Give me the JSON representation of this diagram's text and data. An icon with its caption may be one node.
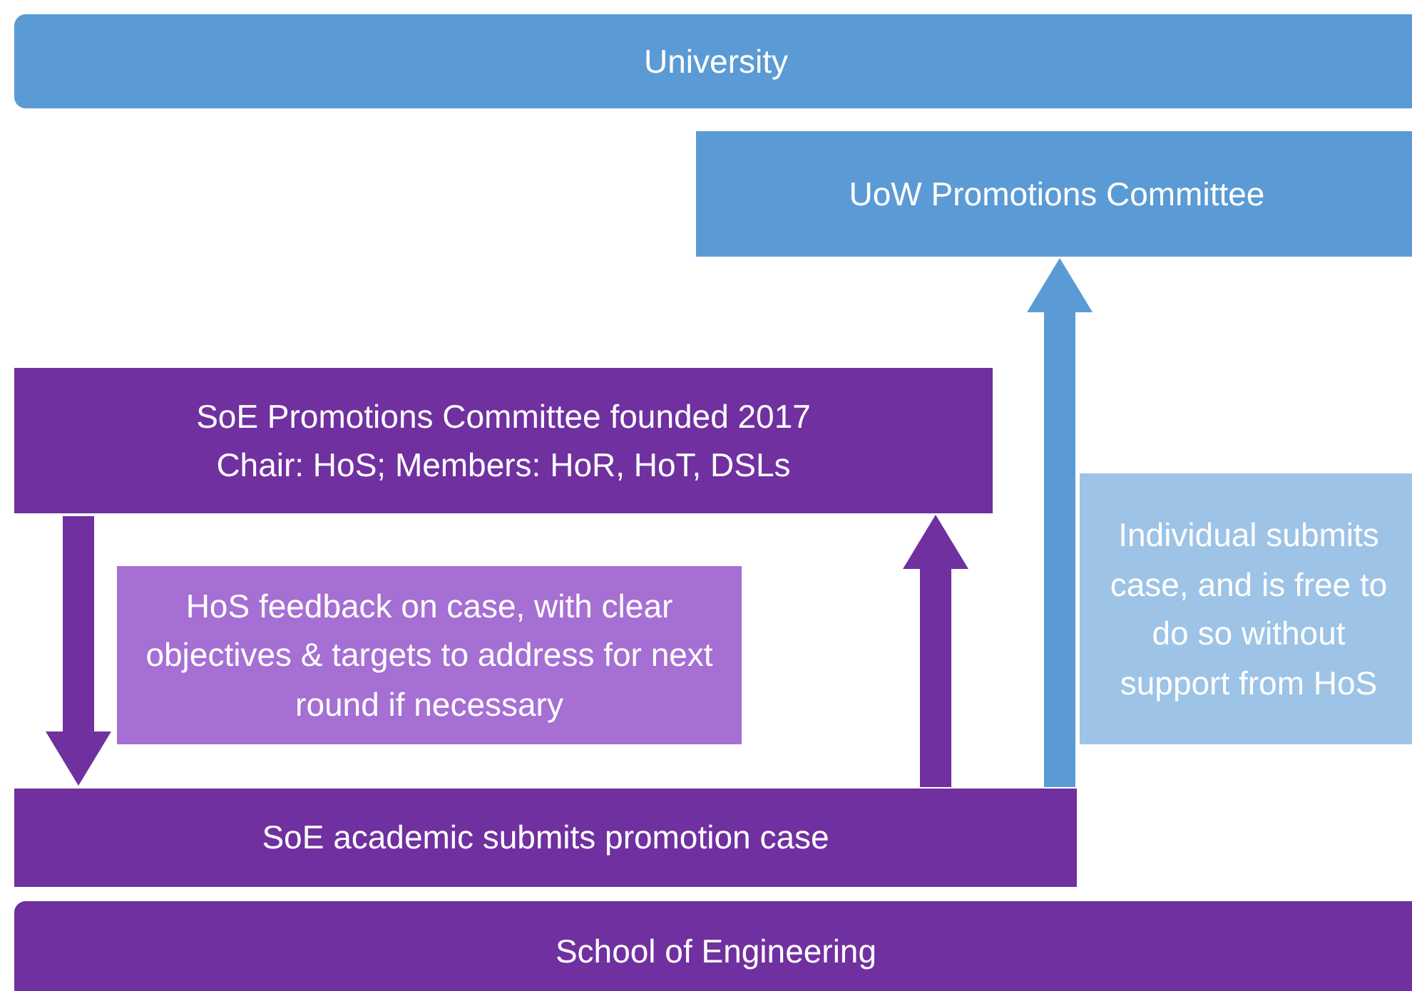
{
  "diagram": {
    "nodes": [
      {
        "text": [
          "University"
        ]
      },
      {
        "text": [
          "UoW Promotions Committee"
        ]
      },
      {
        "text": [
          "SoE Promotions Committee founded 2017",
          "Chair: HoS; Members: HoR, HoT, DSLs"
        ]
      },
      {
        "text": [
          "HoS feedback on case, with clear objectives & targets to address for next round if necessary"
        ]
      },
      {
        "text": [
          "Individual submits case, and is free to do so without support from HoS"
        ]
      },
      {
        "text": [
          "SoE academic submits promotion case"
        ]
      },
      {
        "text": [
          "School of Engineering"
        ]
      }
    ],
    "edges": [
      {
        "from": 2,
        "to": 5,
        "arrow": "to"
      },
      {
        "from": 5,
        "to": 2,
        "arrow": "to"
      },
      {
        "from": 5,
        "to": 1,
        "arrow": "to",
        "color": "#5b9bd5"
      }
    ]
  }
}
